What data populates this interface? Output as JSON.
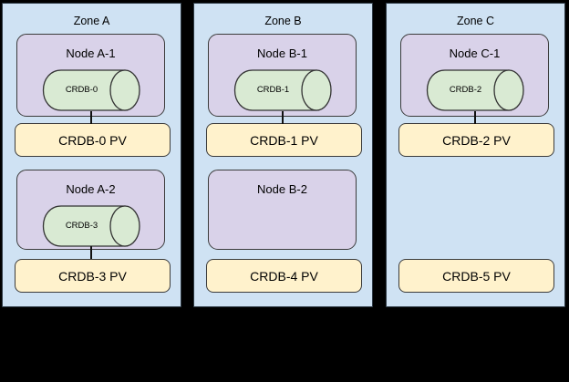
{
  "colors": {
    "page_bg": "#000000",
    "zone_fill": "#cfe2f3",
    "node_fill": "#d9d2e9",
    "cylinder_fill": "#d9ead3",
    "pv_fill": "#fff2cc",
    "stroke": "#333333"
  },
  "zones": [
    {
      "title": "Zone A",
      "rows": [
        {
          "node": {
            "label": "Node A-1",
            "cylinder": "CRDB-0"
          },
          "connected": true,
          "pv": "CRDB-0 PV"
        },
        {
          "node": {
            "label": "Node A-2",
            "cylinder": "CRDB-3"
          },
          "connected": true,
          "pv": "CRDB-3 PV"
        }
      ]
    },
    {
      "title": "Zone B",
      "rows": [
        {
          "node": {
            "label": "Node B-1",
            "cylinder": "CRDB-1"
          },
          "connected": true,
          "pv": "CRDB-1 PV"
        },
        {
          "node": {
            "label": "Node B-2",
            "cylinder": null
          },
          "connected": false,
          "pv": "CRDB-4 PV"
        }
      ]
    },
    {
      "title": "Zone C",
      "rows": [
        {
          "node": {
            "label": "Node C-1",
            "cylinder": "CRDB-2"
          },
          "connected": true,
          "pv": "CRDB-2 PV"
        },
        {
          "node": null,
          "connected": false,
          "pv": "CRDB-5 PV"
        }
      ]
    }
  ]
}
